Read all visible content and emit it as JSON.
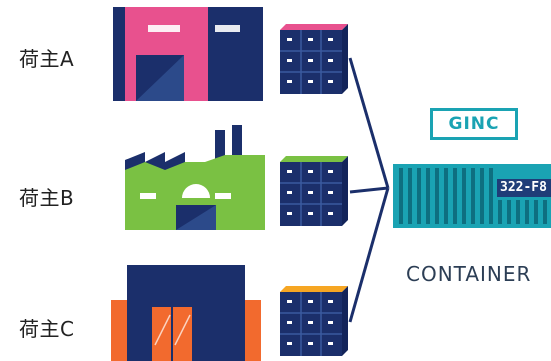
{
  "shippers": [
    {
      "label": "荷主A"
    },
    {
      "label": "荷主B"
    },
    {
      "label": "荷主C"
    }
  ],
  "container": {
    "brand": "GINC",
    "code": "322-F8",
    "caption": "CONTAINER"
  },
  "colors": {
    "navy": "#1b2f6b",
    "pink": "#e8518e",
    "green": "#7ac143",
    "orange": "#f26a2e",
    "teal": "#1aa3b3"
  }
}
